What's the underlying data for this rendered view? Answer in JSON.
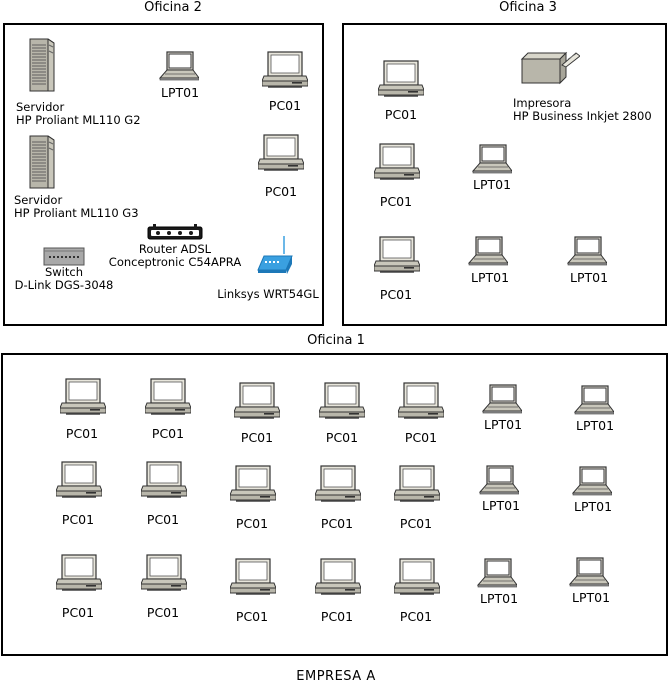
{
  "company": "EMPRESA A",
  "rooms": {
    "oficina2": {
      "title": "Oficina 2",
      "server1": {
        "line1": "Servidor",
        "line2": "HP Proliant ML110 G2"
      },
      "server2": {
        "line1": "Servidor",
        "line2": "HP Proliant ML110 G3"
      },
      "laptop": "LPT01",
      "pc1": "PC01",
      "pc2": "PC01",
      "router": {
        "line1": "Router ADSL",
        "line2": "Conceptronic C54APRA"
      },
      "switch": {
        "line1": "Switch",
        "line2": "D-Link DGS-3048"
      },
      "ap": "Linksys WRT54GL"
    },
    "oficina3": {
      "title": "Oficina 3",
      "pc1": "PC01",
      "pc2": "PC01",
      "pc3": "PC01",
      "printer": {
        "line1": "Impresora",
        "line2": "HP Business Inkjet 2800"
      },
      "laptop1": "LPT01",
      "laptop2": "LPT01",
      "laptop3": "LPT01"
    },
    "oficina1": {
      "title": "Oficina 1",
      "rows": [
        [
          "PC01",
          "PC01",
          "PC01",
          "PC01",
          "PC01",
          "LPT01",
          "LPT01"
        ],
        [
          "PC01",
          "PC01",
          "PC01",
          "PC01",
          "PC01",
          "LPT01",
          "LPT01"
        ],
        [
          "PC01",
          "PC01",
          "PC01",
          "PC01",
          "PC01",
          "LPT01",
          "LPT01"
        ]
      ]
    }
  }
}
